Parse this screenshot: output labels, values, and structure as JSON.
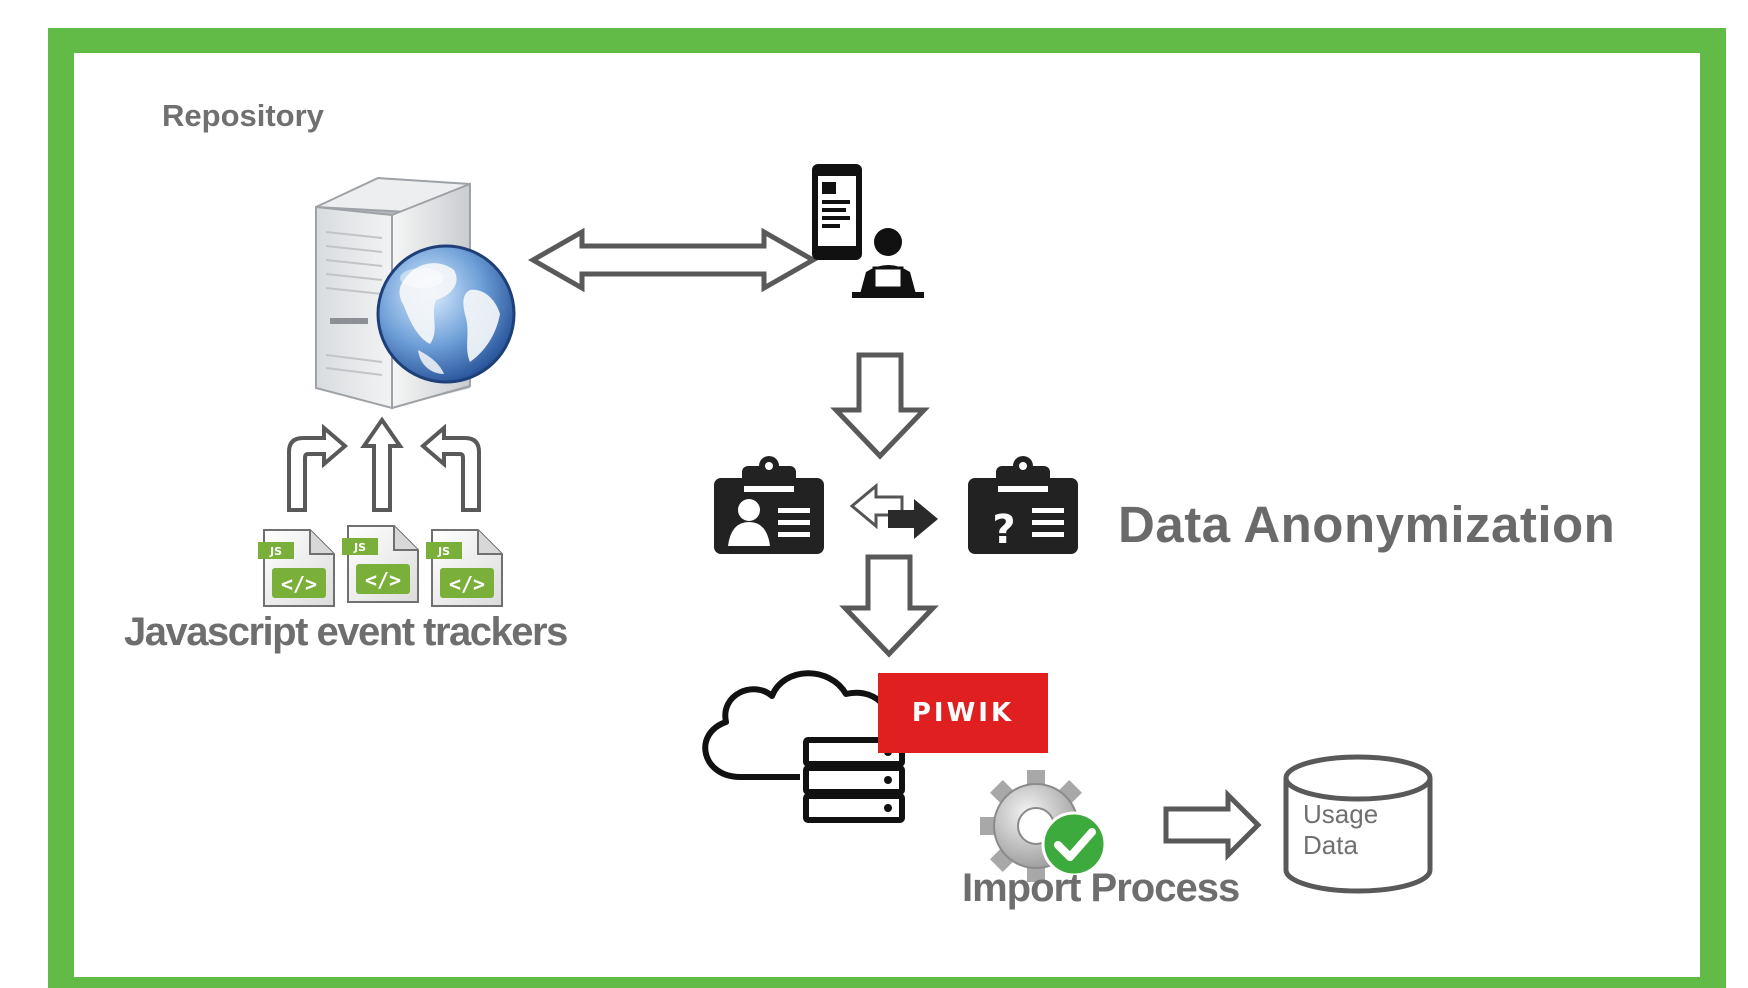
{
  "labels": {
    "repository": "Repository",
    "js_trackers": "Javascript event trackers",
    "data_anonymization": "Data Anonymization",
    "import_process": "Import Process",
    "usage_data": "Usage\nData",
    "piwik": "PIWIK",
    "js_file_tag": "JS"
  },
  "icons": [
    "server-icon",
    "globe-icon",
    "curved-arrow-icon",
    "mobile-device-icon",
    "user-at-laptop-icon",
    "id-badge-person-icon",
    "id-badge-question-icon",
    "swap-arrows-icon",
    "javascript-file-icon",
    "cloud-server-icon",
    "piwik-logo",
    "gear-check-icon",
    "database-cylinder-icon"
  ],
  "colors": {
    "frame_green": "#62bb47",
    "arrow_gray": "#595959",
    "label_gray": "#6e6e6e",
    "piwik_red": "#e02020",
    "js_green": "#7ab03a",
    "check_green": "#3caa3c"
  }
}
